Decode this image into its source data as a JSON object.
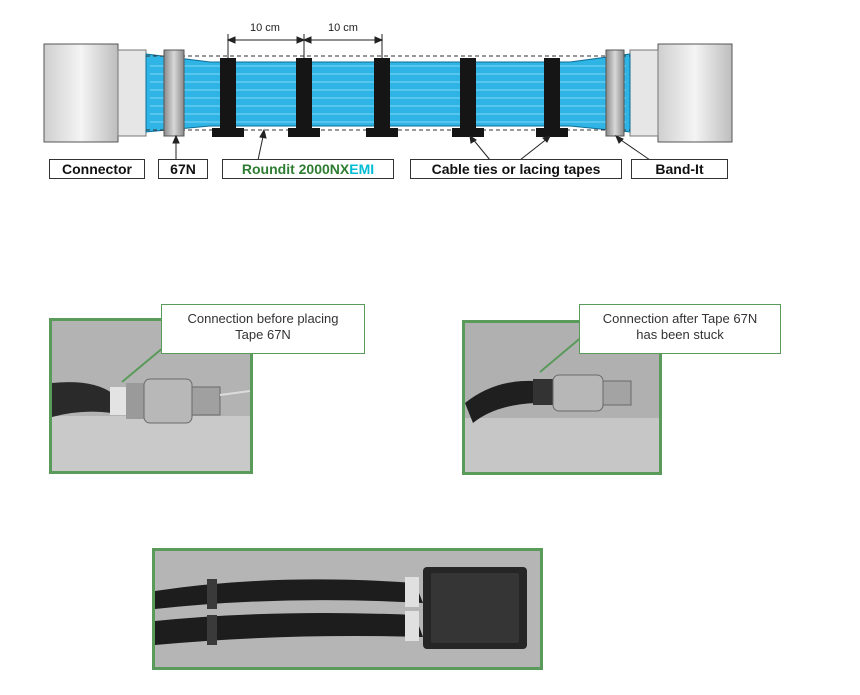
{
  "diagram": {
    "dimension_left": "10 cm",
    "dimension_right": "10 cm",
    "labels": {
      "connector": "Connector",
      "tape": "67N",
      "roundit_main": "Roundit 2000NX",
      "roundit_suffix": "EMI",
      "cable_ties": "Cable ties or lacing tapes",
      "band_it": "Band-It"
    },
    "colors": {
      "sleeve": "#2fb4e6",
      "stripe": "#6fd3f5",
      "tie": "#151515",
      "label_green": "#2e7d32",
      "label_cyan": "#00bcd4",
      "frame_green": "#5a9a5a"
    }
  },
  "photos": {
    "before": {
      "caption_line1": "Connection before placing",
      "caption_line2": "Tape 67N"
    },
    "after": {
      "caption_line1": "Connection after Tape 67N",
      "caption_line2": "has been stuck"
    }
  }
}
